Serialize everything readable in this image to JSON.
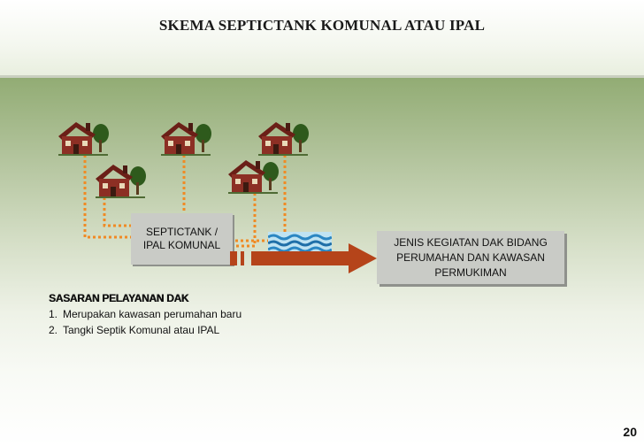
{
  "title": "SKEMA SEPTICTANK KOMUNAL ATAU IPAL",
  "septictank_label": "SEPTICTANK / IPAL KOMUNAL",
  "result_label": "JENIS KEGIATAN DAK BIDANG PERUMAHAN DAN KAWASAN PERMUKIMAN",
  "sasaran": {
    "title": "SASARAN PELAYANAN DAK",
    "items": [
      {
        "number": "1.",
        "text": "Merupakan kawasan perumahan baru"
      },
      {
        "number": "2.",
        "text": "Tangki Septik Komunal atau IPAL"
      }
    ]
  },
  "page_number": "20",
  "icons": [
    "house-icon",
    "water-icon",
    "right-arrow-icon"
  ],
  "colors": {
    "connector": "#f08a24",
    "arrow": "#b5441a",
    "box": "#c9cbc6",
    "panel_top": "#92ac74",
    "house_wall": "#8c2f24",
    "tree": "#2e5a1c"
  }
}
